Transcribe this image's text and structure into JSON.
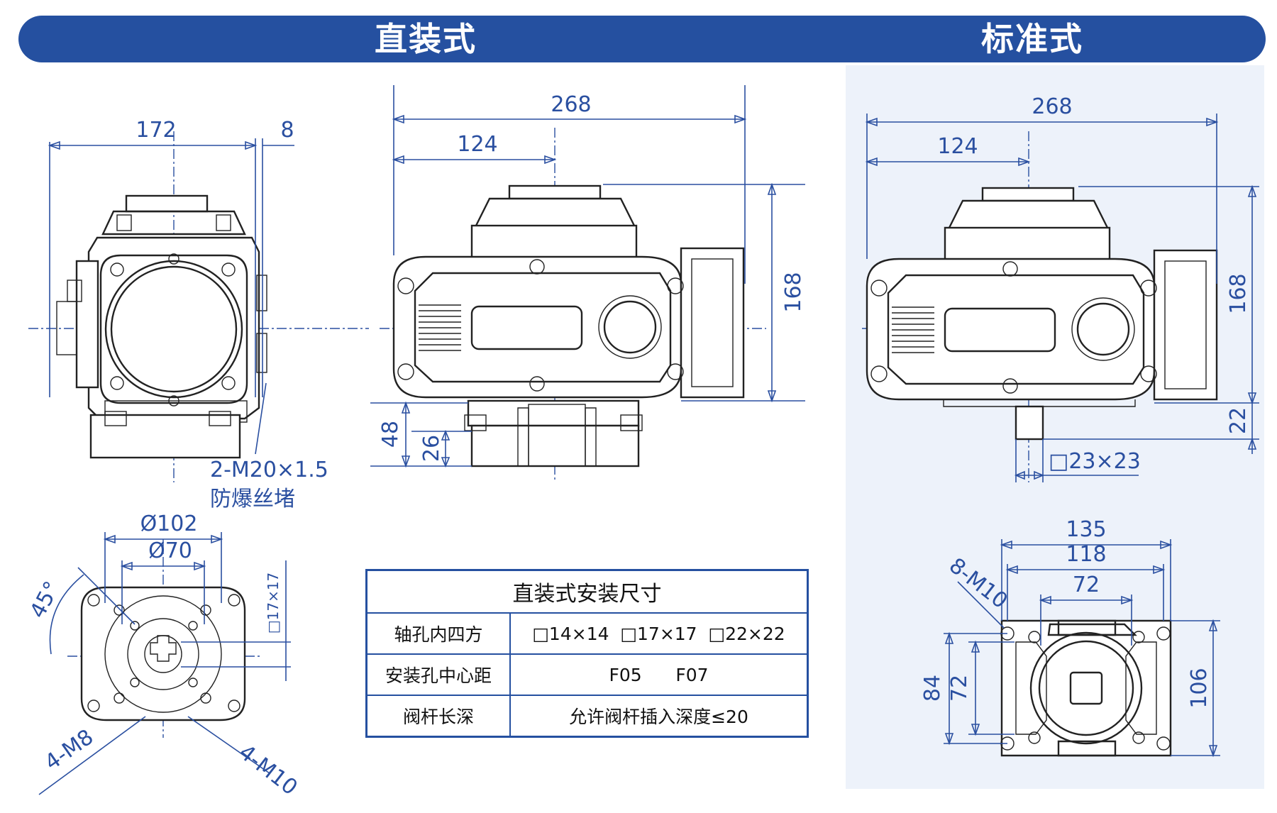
{
  "header": {
    "title_direct": "直装式",
    "title_standard": "标准式",
    "bar_color": "#2550a0",
    "panel_color": "#edf2fa"
  },
  "front_view": {
    "dim_width": "172",
    "dim_offset": "8",
    "plug_note_line1": "2-M20×1.5",
    "plug_note_line2": "防爆丝堵"
  },
  "side_view_direct": {
    "dim_length": "268",
    "dim_axis": "124",
    "dim_height": "168",
    "dim_base": "48",
    "dim_depth": "26"
  },
  "side_view_standard": {
    "dim_length": "268",
    "dim_axis": "124",
    "dim_height": "168",
    "dim_shaft": "22",
    "dim_square": "□23×23"
  },
  "flange_direct": {
    "dia_outer": "Ø102",
    "dia_inner": "Ø70",
    "square": "□17×17",
    "angle": "45°",
    "holes_m8": "4-M8",
    "holes_m10": "4-M10"
  },
  "flange_standard": {
    "dim_135": "135",
    "dim_118": "118",
    "dim_72_top": "72",
    "holes": "8-M10",
    "dim_84": "84",
    "dim_72_side": "72",
    "dim_106": "106"
  },
  "table": {
    "title": "直装式安装尺寸",
    "rows": [
      {
        "label": "轴孔内四方",
        "value": "□14×14  □17×17  □22×22"
      },
      {
        "label": "安装孔中心距",
        "value": "F05      F07"
      },
      {
        "label": "阀杆长深",
        "value": "允许阀杆插入深度≤20"
      }
    ]
  }
}
